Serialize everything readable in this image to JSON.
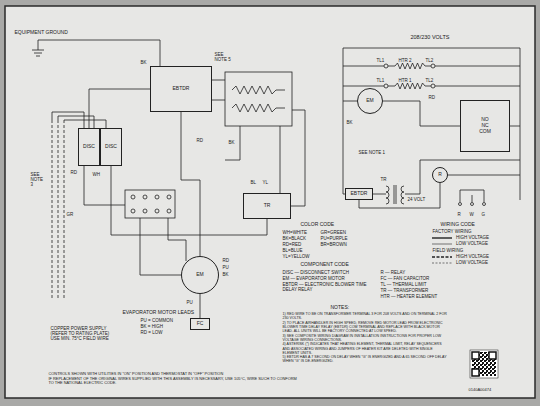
{
  "diagram": {
    "nodes": [
      {
        "text": [
          "EBTDR"
        ]
      },
      {
        "text": [
          "DISC"
        ]
      },
      {
        "text": [
          "DISC"
        ]
      },
      {
        "text": [
          "EM"
        ]
      },
      {
        "text": [
          "TR"
        ]
      },
      {
        "text": [
          "EM"
        ]
      },
      {
        "text": [
          "NO",
          "NC",
          "COM"
        ]
      },
      {
        "text": [
          "EBTDR"
        ]
      },
      {
        "text": [
          "R"
        ]
      },
      {
        "text": [
          "FC"
        ]
      }
    ],
    "edges": [
      {
        "from": 1,
        "to": 0,
        "arrow": "none"
      },
      {
        "from": 2,
        "to": 4,
        "arrow": "none"
      },
      {
        "from": 0,
        "to": 3,
        "arrow": "none"
      },
      {
        "from": 3,
        "to": 9,
        "arrow": "none"
      },
      {
        "from": 5,
        "to": 6,
        "arrow": "none"
      },
      {
        "from": 7,
        "to": 8,
        "arrow": "none"
      }
    ],
    "labels": [
      "EQUIPMENT GROUND",
      "SEE NOTE 5",
      "208/230 VOLTS",
      "TL1",
      "HTR 2",
      "TL2",
      "TL1",
      "HTR 1",
      "TL2",
      "SEE NOTE 3",
      "SEE NOTE 1",
      "24 VOLT",
      "TR",
      "R",
      "W",
      "G",
      "COLOR CODE",
      "WH=WHITE",
      "GR=GREEN",
      "BK=BLACK",
      "PU=PURPLE",
      "RD=RED",
      "BR=BROWN",
      "BL=BLUE",
      "YL=YELLOW",
      "COMPONENT CODE",
      "DISC — DISCONNECT SWITCH",
      "EM — EVAPORATOR MOTOR",
      "EBTDR — ELECTRONIC BLOWER TIME DELAY RELAY",
      "R — RELAY",
      "FC — FAN CAPACITOR",
      "TL — THERMAL LIMIT",
      "TR — TRANSFORMER",
      "HTR — HEATER ELEMENT",
      "WIRING CODE",
      "FACTORY WIRING",
      "FIELD WIRING",
      "EVAPORATOR MOTOR LEADS",
      "PU = COMMON",
      "BK = HIGH",
      "RD = LOW",
      "COPPER POWER SUPPLY (REFER TO RATING PLATE) USE MIN. 75°C FIELD WIRE",
      "NOTES:",
      "1) RED WIRE TO BE ON TRANSFORMER TERMINAL 3 FOR 208 VOLTS AND ON TERMINAL 2 FOR 230 VOLTS.",
      "2) TO PLACE AIRHANDLER IN HIGH SPEED, REMOVE RED MOTOR LEAD FROM ELECTRONIC BLOWER TIME DELAY RELAY (EBTDR) COM TERMINAL AND REPLACE WITH BLACK MOTOR LEAD. ALL UNITS WILL BE FACTORY CONNECTED AT LOW SPEED.",
      "3) SEE COMPOSITE WIRING DIAGRAM IN INSTALLATION INSTRUCTIONS FOR PROPER LOW VOLTAGE WIRING CONNECTIONS.",
      "4) ASTERISK (*) INDICATES THAT HEATING ELEMENT, THERMAL LIMIT, RELAY SEQUENCERS AND ASSOCIATED WIRING AND JUMPERS OF HEATER KIT ARE DELETED WITH SINGLE ELEMENT UNITS.",
      "5) EBTDR HAS A 7 SECOND ON DELAY WHEN \"G\" IS ENERGIZED AND A 65 SECOND OFF DELAY WHEN \"G\" IS DE-ENERGIZED.",
      "CONTROLS SHOWN WITH UTILITIES IN \"ON\" POSITION AND THERMOSTAT IN \"OFF\" POSITION",
      "IF REPLACEMENT OF THE ORIGINAL WIRES SUPPLIED WITH THIS ASSEMBLY IS NECESSARY, USE 105°C, WIRE SUCH TO CONFORM TO THE NATIONAL ELECTRIC CODE.",
      "0140A00474",
      "BK",
      "RD",
      "BK",
      "RD",
      "PU",
      "BK",
      "RD",
      "WH",
      "GR",
      "BL",
      "YL",
      "BK",
      "RD",
      "PU"
    ],
    "legend": [
      {
        "text": "HIGH VOLTAGE"
      },
      {
        "text": "LOW VOLTAGE"
      },
      {
        "text": "HIGH VOLTAGE"
      },
      {
        "text": "LOW VOLTAGE"
      }
    ]
  }
}
